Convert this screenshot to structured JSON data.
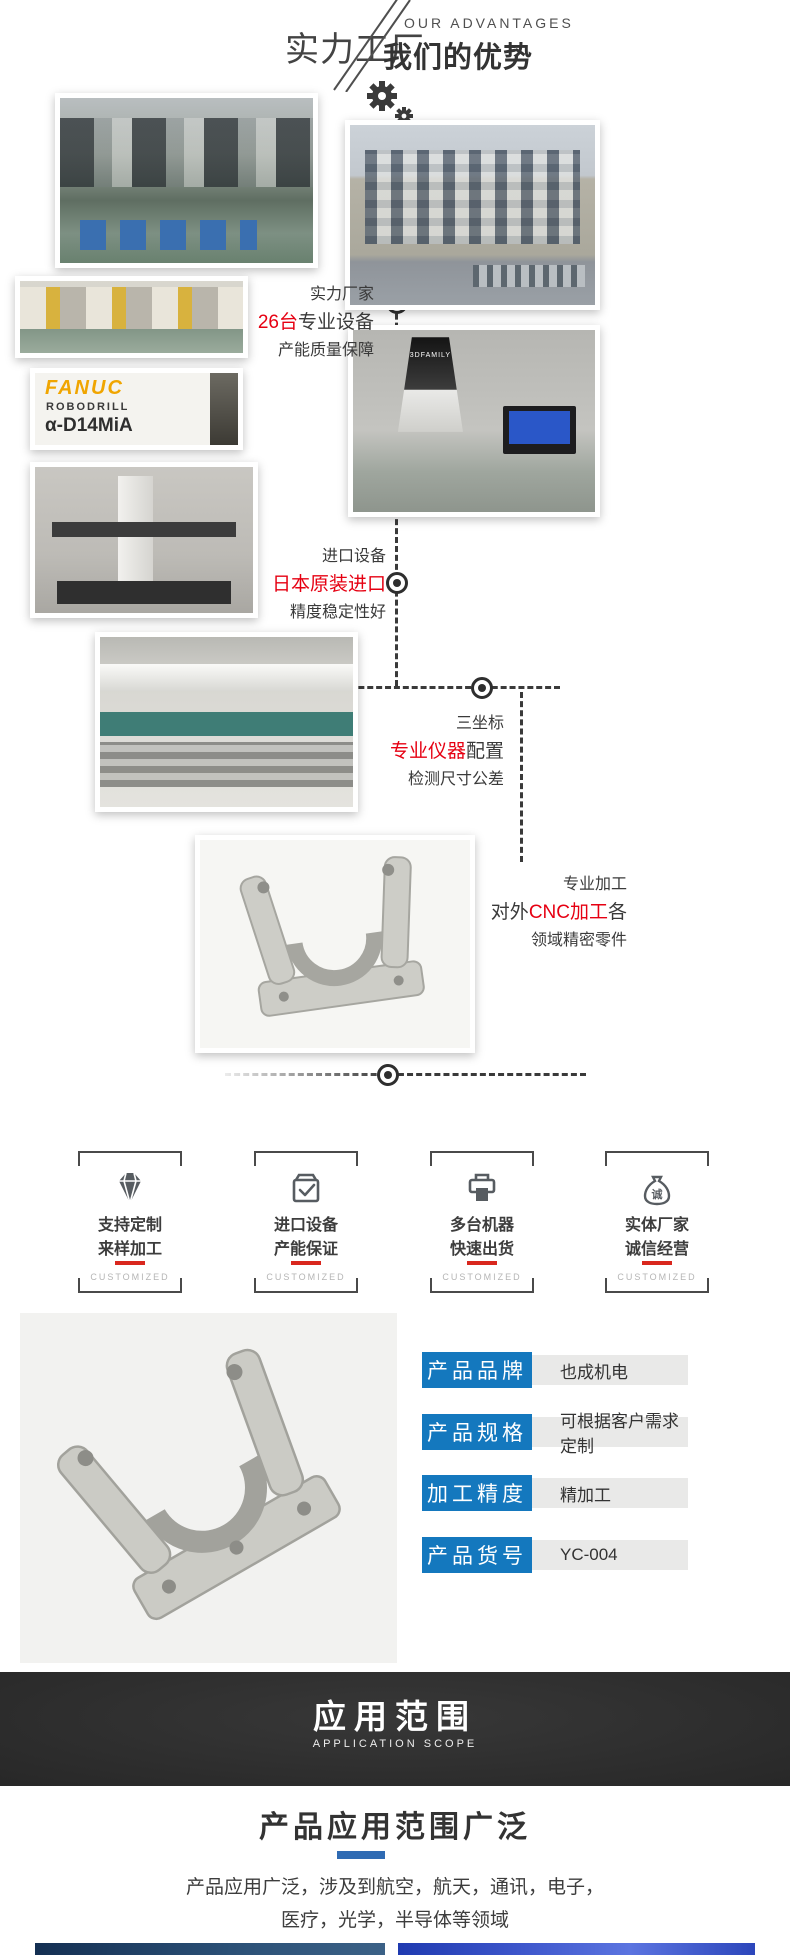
{
  "header": {
    "title_cn": "实力工厂",
    "subtitle_en": "OUR ADVANTAGES",
    "subtitle_cn": "我们的优势"
  },
  "advantages": {
    "items": [
      {
        "top": "实力厂家",
        "pre": "",
        "red": "26台",
        "post": "专业设备",
        "bottom": "产能质量保障"
      },
      {
        "top": "进口设备",
        "pre": "",
        "red": "日本原装进口",
        "post": "",
        "bottom": "精度稳定性好"
      },
      {
        "top": "三坐标",
        "pre": "",
        "red": "专业仪器",
        "post": "配置",
        "bottom": "检测尺寸公差"
      },
      {
        "top": "专业加工",
        "pre": "对外",
        "red": "CNC加工",
        "post": "各",
        "bottom": "领域精密零件"
      }
    ]
  },
  "photos": {
    "fanuc_sign": {
      "brand": "FANUC",
      "line2": "ROBODRILL",
      "line3": "α-D14MiA"
    },
    "instrument_label": "3DFAMILY"
  },
  "features": {
    "tag": "CUSTOMIZED",
    "items": [
      {
        "icon": "gem-icon",
        "line1": "支持定制",
        "line2": "来样加工"
      },
      {
        "icon": "checkbox-icon",
        "line1": "进口设备",
        "line2": "产能保证"
      },
      {
        "icon": "printer-icon",
        "line1": "多台机器",
        "line2": "快速出货"
      },
      {
        "icon": "money-pouch-icon",
        "line1": "实体厂家",
        "line2": "诚信经营"
      }
    ]
  },
  "product": {
    "rows": [
      {
        "label": "产品品牌",
        "value": "也成机电"
      },
      {
        "label": "产品规格",
        "value": "可根据客户需求定制"
      },
      {
        "label": "加工精度",
        "value": "精加工"
      },
      {
        "label": "产品货号",
        "value": "YC-004"
      }
    ]
  },
  "application": {
    "banner_title": "应用范围",
    "banner_subtitle": "APPLICATION SCOPE",
    "heading": "产品应用范围广泛",
    "desc_line1": "产品应用广泛，涉及到航空，航天，通讯，电子，",
    "desc_line2": "医疗，光学，半导体等领域"
  },
  "colors": {
    "accent_red": "#e60012",
    "table_blue": "#1478be",
    "card_bar_red": "#d9271e",
    "scope_bar_blue": "#2f6bb3",
    "banner_bg": "#2d2d2d"
  }
}
